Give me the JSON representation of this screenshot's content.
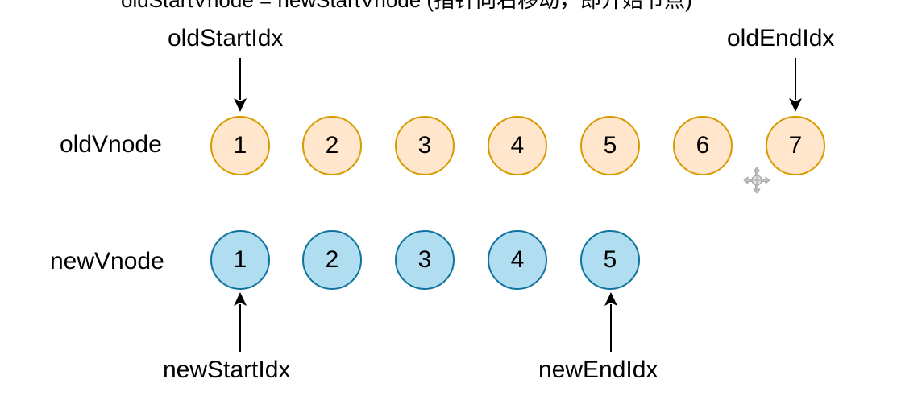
{
  "caption": "oldStartVnode = newStartVnode (指针向右移动，即开始节点)",
  "rows": {
    "old": {
      "label": "oldVnode",
      "nodes": [
        "1",
        "2",
        "3",
        "4",
        "5",
        "6",
        "7"
      ],
      "fill": "#ffe6cc",
      "stroke": "#d79b00"
    },
    "new": {
      "label": "newVnode",
      "nodes": [
        "1",
        "2",
        "3",
        "4",
        "5"
      ],
      "fill": "#b1ddf0",
      "stroke": "#10739e"
    }
  },
  "pointers": {
    "old_start": "oldStartIdx",
    "old_end": "oldEndIdx",
    "new_start": "newStartIdx",
    "new_end": "newEndIdx"
  },
  "icons": {
    "move_handle": "move-cursor-icon"
  }
}
